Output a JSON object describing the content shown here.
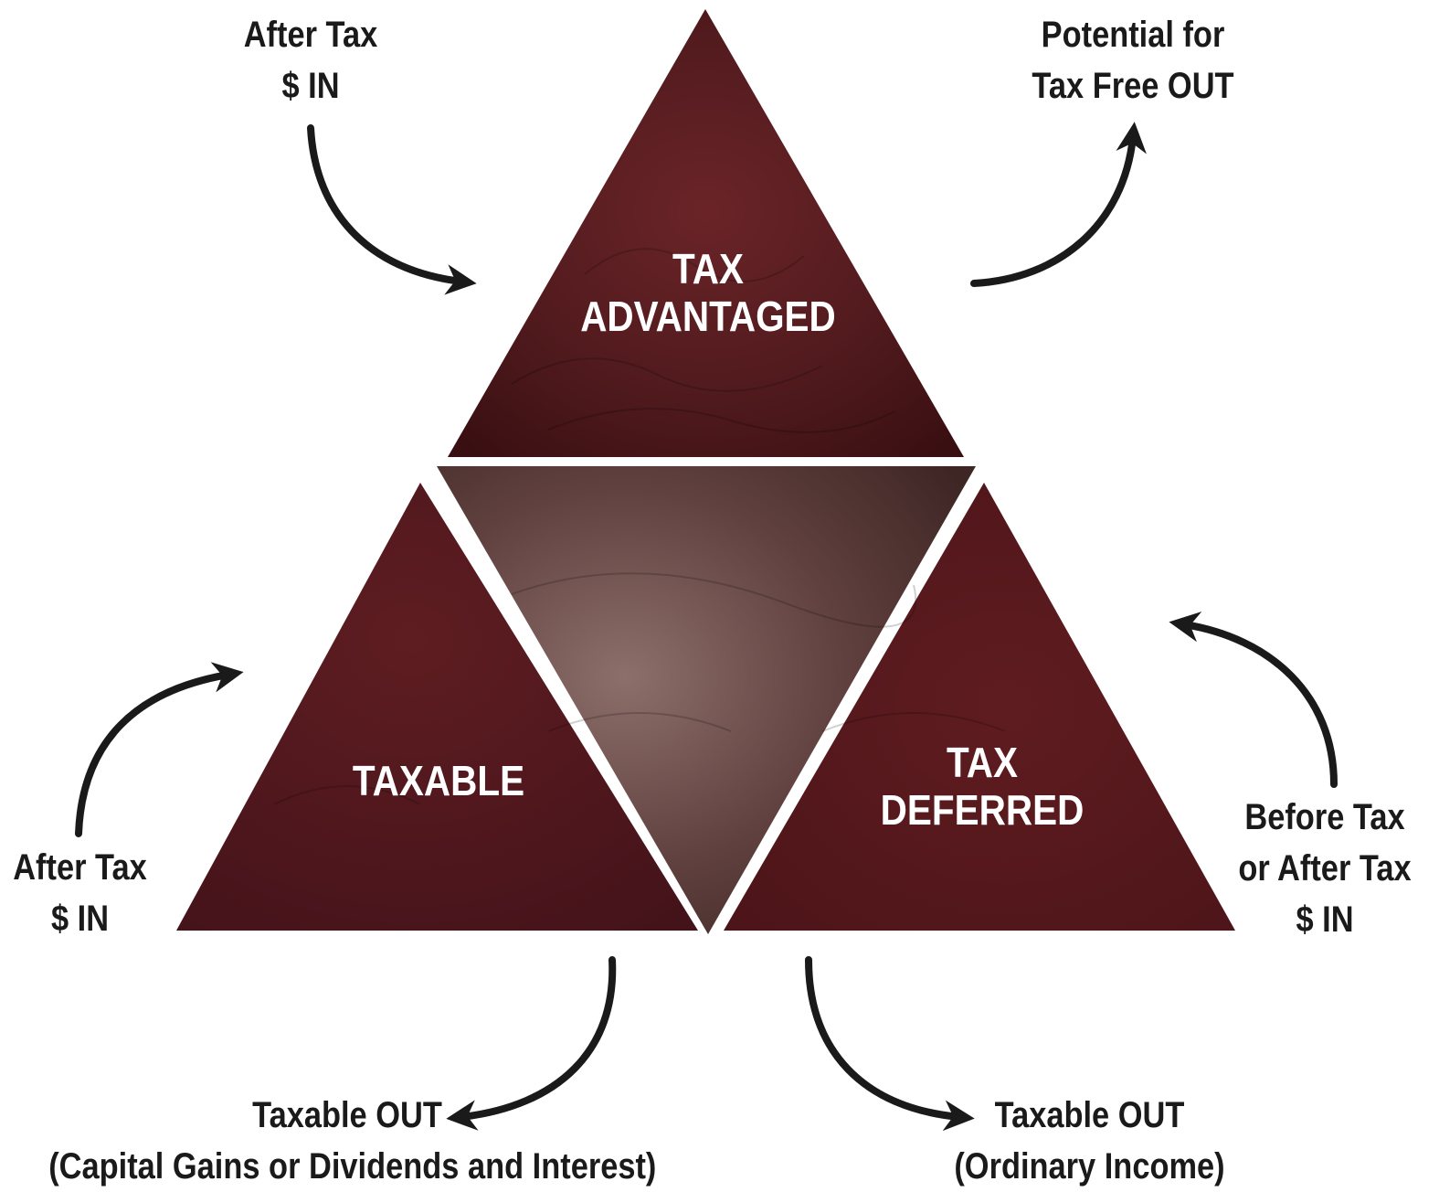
{
  "colors": {
    "triangle_fill": "#5a1a1e",
    "triangle_dark": "#3a0f12",
    "center_fill": "#6b4a48",
    "arrow": "#1a1a1a",
    "text": "#1a1a1a",
    "triangle_text": "#ffffff"
  },
  "triangles": {
    "top": {
      "line1": "TAX",
      "line2": "ADVANTAGED"
    },
    "left": {
      "line1": "TAXABLE"
    },
    "right": {
      "line1": "TAX",
      "line2": "DEFERRED"
    }
  },
  "labels": {
    "top_left": {
      "line1": "After Tax",
      "line2": "$ IN"
    },
    "top_right": {
      "line1": "Potential for",
      "line2": "Tax Free OUT"
    },
    "left": {
      "line1": "After Tax",
      "line2": "$ IN"
    },
    "right": {
      "line1": "Before Tax",
      "line2": "or After Tax",
      "line3": "$ IN"
    },
    "bottom_left": {
      "line1": "Taxable OUT",
      "line2": "(Capital Gains or Dividends and Interest)"
    },
    "bottom_right": {
      "line1": "Taxable OUT",
      "line2": "(Ordinary Income)"
    }
  },
  "arrows": [
    {
      "name": "arrow-after-tax-in-top",
      "icon": "curved-arrow-icon"
    },
    {
      "name": "arrow-tax-free-out",
      "icon": "curved-arrow-icon"
    },
    {
      "name": "arrow-after-tax-in-left",
      "icon": "curved-arrow-icon"
    },
    {
      "name": "arrow-before-after-tax-in-right",
      "icon": "curved-arrow-icon"
    },
    {
      "name": "arrow-taxable-out-capital-gains",
      "icon": "curved-arrow-icon"
    },
    {
      "name": "arrow-taxable-out-ordinary-income",
      "icon": "curved-arrow-icon"
    }
  ]
}
